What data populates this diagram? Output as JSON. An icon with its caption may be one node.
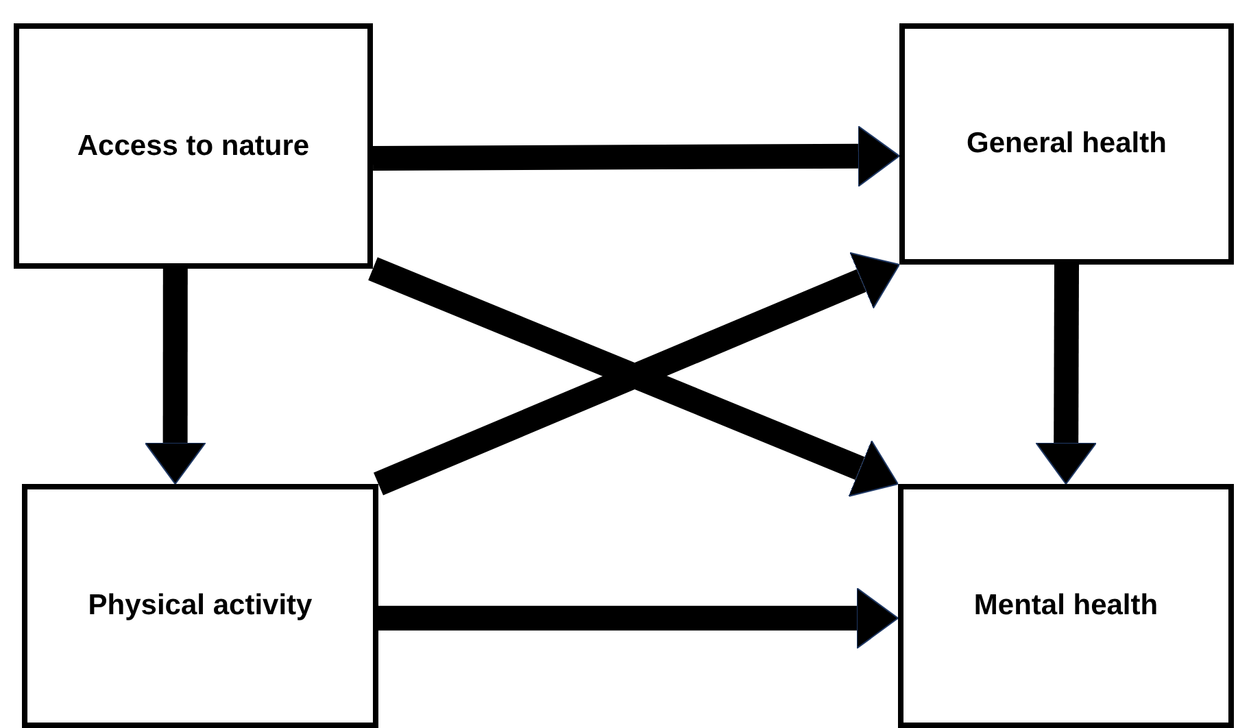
{
  "diagram": {
    "nodes": [
      {
        "text": [
          "Access to nature"
        ]
      },
      {
        "text": [
          "General health"
        ]
      },
      {
        "text": [
          "Physical activity"
        ]
      },
      {
        "text": [
          "Mental health"
        ]
      }
    ],
    "edges": [
      {
        "from": 0,
        "to": 1,
        "arrow": "to"
      },
      {
        "from": 0,
        "to": 2,
        "arrow": "to"
      },
      {
        "from": 0,
        "to": 3,
        "arrow": "to"
      },
      {
        "from": 1,
        "to": 3,
        "arrow": "to"
      },
      {
        "from": 2,
        "to": 1,
        "arrow": "to"
      },
      {
        "from": 2,
        "to": 3,
        "arrow": "to"
      }
    ]
  }
}
